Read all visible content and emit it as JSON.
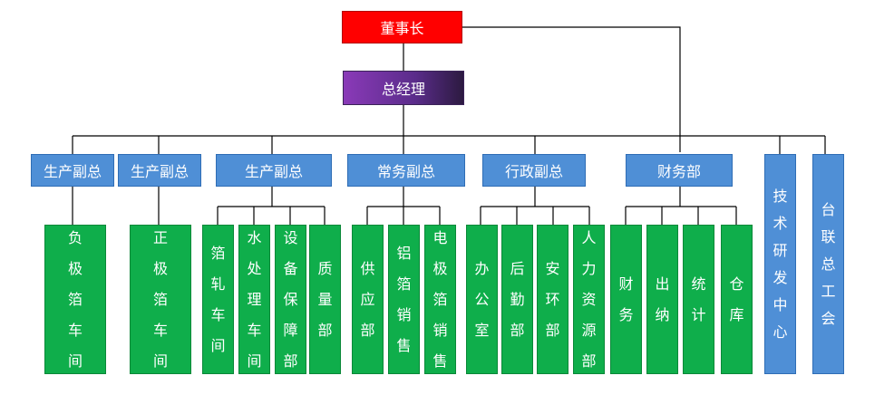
{
  "chairman": "董事长",
  "general_manager": "总经理",
  "vps": [
    {
      "label": "生产副总"
    },
    {
      "label": "生产副总"
    },
    {
      "label": "生产副总"
    },
    {
      "label": "常务副总"
    },
    {
      "label": "行政副总"
    },
    {
      "label": "财务部"
    }
  ],
  "tech_center": "技术研发中心",
  "union": "台联总工会",
  "depts": [
    "负极箔车间",
    "正极箔车间",
    "箔轧车间",
    "水处理车间",
    "设备保障部",
    "质量部",
    "供应部",
    "铝箔销售",
    "电极箔销售",
    "办公室",
    "后勤部",
    "安环部",
    "人力资源部",
    "财务",
    "出纳",
    "统计",
    "仓库"
  ]
}
